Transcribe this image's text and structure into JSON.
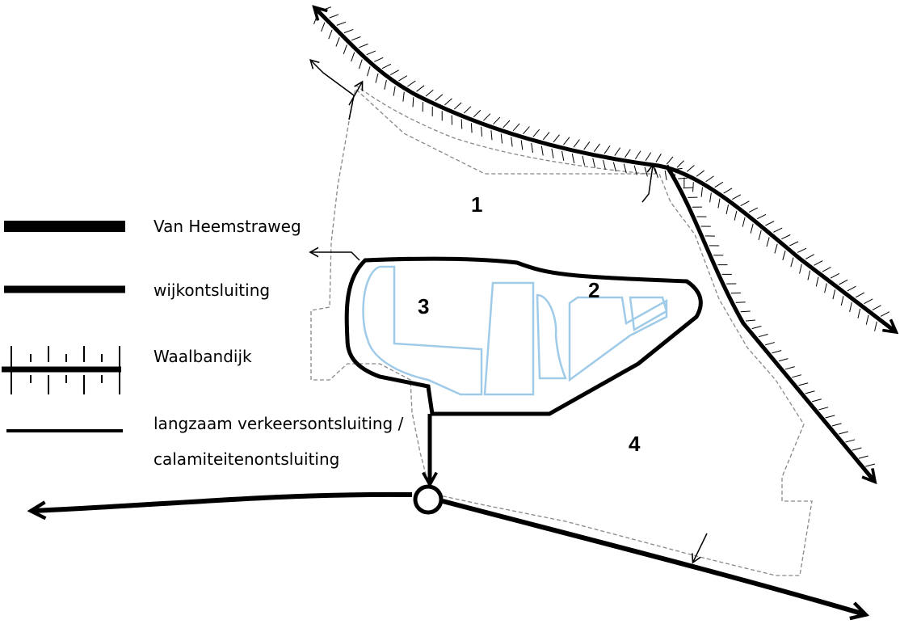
{
  "colors": {
    "background": "#ffffff",
    "road": "#000000",
    "boundary_dashed": "#888888",
    "buildings": "#9fcbe8"
  },
  "zones": [
    {
      "id": "1",
      "label": "1"
    },
    {
      "id": "2",
      "label": "2"
    },
    {
      "id": "3",
      "label": "3"
    },
    {
      "id": "4",
      "label": "4"
    }
  ],
  "legend": {
    "items": [
      {
        "symbol": "thick-line",
        "label": "Van Heemstraweg"
      },
      {
        "symbol": "medium-line",
        "label": "wijkontsluiting"
      },
      {
        "symbol": "dike-line",
        "label": "Waalbandijk"
      },
      {
        "symbol": "thin-line",
        "label_line1": "langzaam verkeersontsluiting /",
        "label_line2": "calamiteitenontsluiting"
      }
    ]
  },
  "features": {
    "roundabout": "roundabout-icon",
    "arrow": "arrow-head-icon"
  }
}
